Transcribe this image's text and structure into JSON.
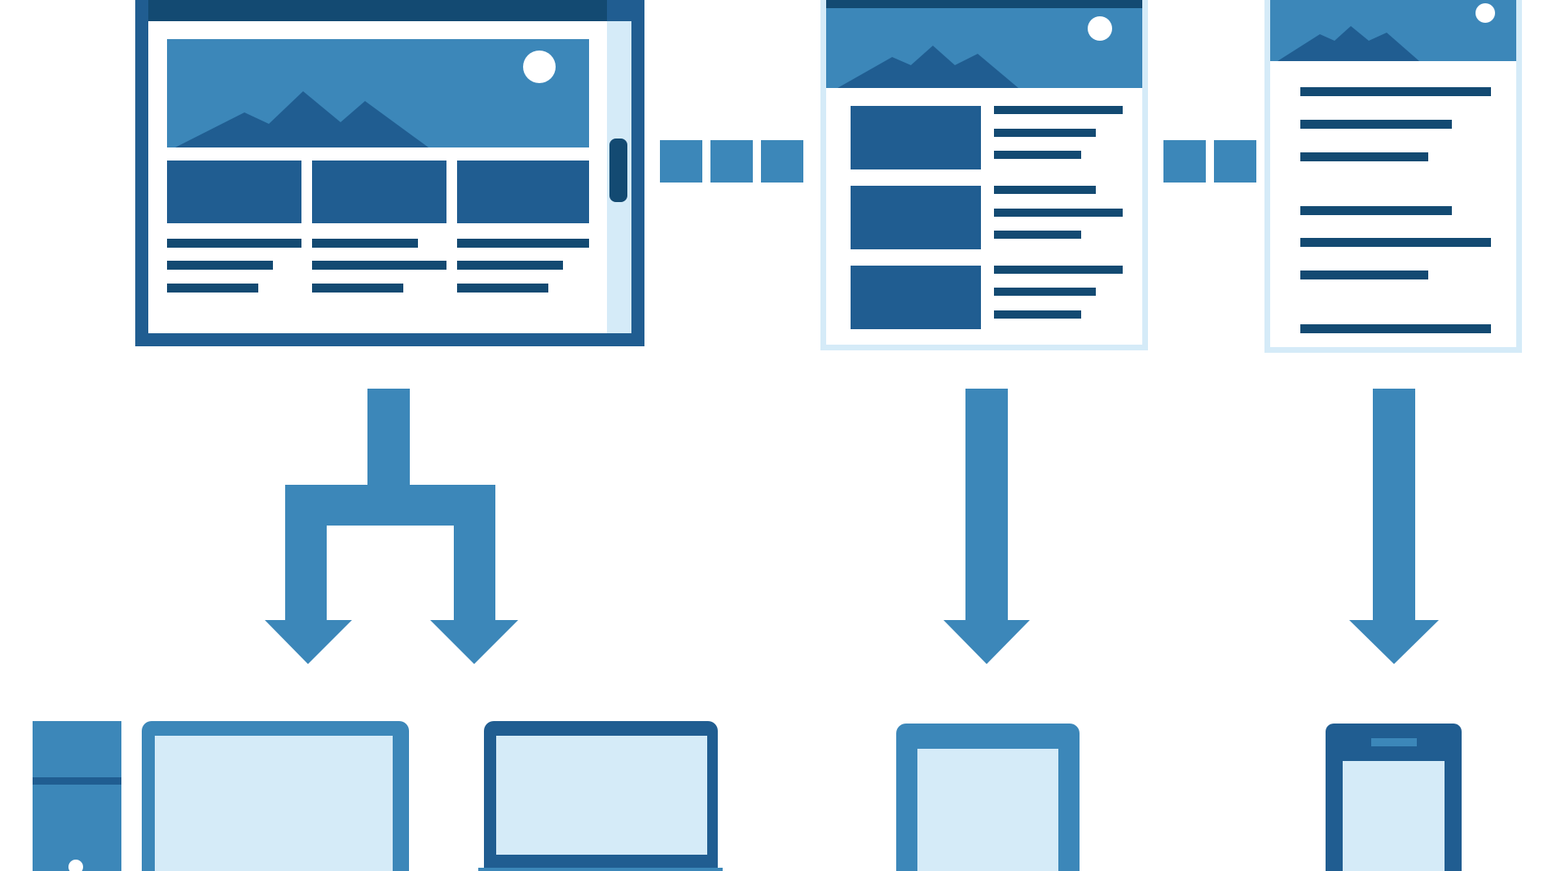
{
  "diagram": {
    "colors": {
      "dark": "#134a72",
      "mid": "#205d91",
      "accent": "#3c87b9",
      "light": "#d5ebf8",
      "pale": "#eaf5fc",
      "white": "#ffffff"
    },
    "layouts": [
      {
        "id": "desktop-layout",
        "columns": 3
      },
      {
        "id": "tablet-layout",
        "columns": 2
      },
      {
        "id": "mobile-layout",
        "columns": 1
      }
    ],
    "devices": [
      {
        "id": "desktop-tower",
        "icon": "desktop-tower-icon"
      },
      {
        "id": "desktop-monitor",
        "icon": "monitor-icon"
      },
      {
        "id": "laptop",
        "icon": "laptop-icon"
      },
      {
        "id": "tablet",
        "icon": "tablet-icon"
      },
      {
        "id": "phone",
        "icon": "phone-icon"
      }
    ]
  }
}
